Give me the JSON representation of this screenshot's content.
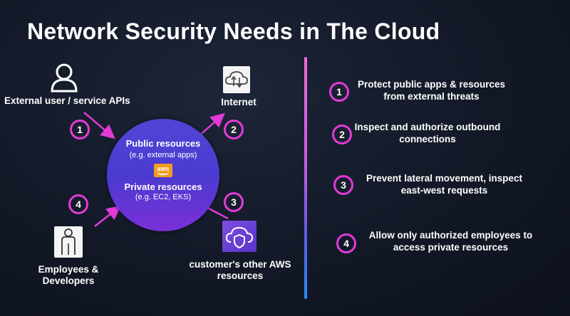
{
  "slide": {
    "title": "Network Security Needs in The Cloud"
  },
  "diagram": {
    "external_user_label": "External user / service APIs",
    "internet_label": "Internet",
    "public_resources_title": "Public resources",
    "public_resources_sub": "(e.g. external apps)",
    "aws_badge": "aws",
    "private_resources_title": "Private resources",
    "private_resources_sub": "(e.g. EC2, EKS)",
    "employees_label_1": "Employees &",
    "employees_label_2": "Developers",
    "aws_resources_label_1": "customer's other AWS",
    "aws_resources_label_2": "resources",
    "numbers": [
      "1",
      "2",
      "3",
      "4"
    ]
  },
  "needs": [
    {
      "num": "1",
      "line1": "Protect public apps & resources",
      "line2": "from external threats"
    },
    {
      "num": "2",
      "line1": "Inspect and authorize outbound",
      "line2": "connections"
    },
    {
      "num": "3",
      "line1": "Prevent lateral movement, inspect",
      "line2": "east-west requests"
    },
    {
      "num": "4",
      "line1": "Allow only authorized employees to",
      "line2": "access private resources"
    }
  ],
  "colors": {
    "accent": "#e23ad8",
    "circle": "#4a3bd0",
    "aws_orange": "#f39b1f"
  }
}
